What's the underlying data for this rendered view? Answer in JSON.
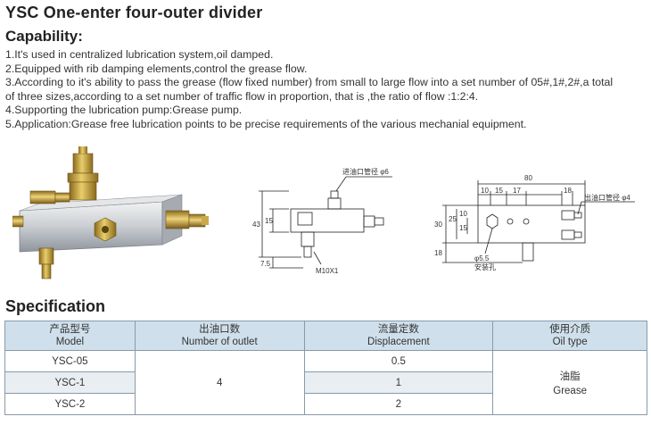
{
  "title": "YSC One-enter four-outer divider",
  "capability": {
    "heading": "Capability:",
    "items": [
      "1.It's used in centralized lubrication system,oil damped.",
      "2.Equipped with rib damping elements,control the grease flow.",
      "3.According to it's ability to pass the grease (flow fixed number) from small to large flow into a set number of 05#,1#,2#,a total",
      "of three sizes,according to a set number of traffic flow in proportion, that is ,the ratio of flow :1:2:4.",
      "4.Supporting the lubrication pump:Grease pump.",
      "5.Application:Grease free lubrication points to be precise requirements of the various mechanial equipment."
    ]
  },
  "drawing_left": {
    "inlet_label": "进油口管径 φ6",
    "dim_43": "43",
    "dim_15": "15",
    "dim_7_5": "7.5",
    "thread": "M10X1"
  },
  "drawing_right": {
    "dim_80": "80",
    "dim_10": "10",
    "dim_15": "15",
    "dim_17": "17",
    "dim_18_top": "18",
    "outlet_label": "出油口管径 φ4",
    "dim_30": "30",
    "dim_25": "25",
    "dim_10_v": "10",
    "dim_15_v": "15",
    "dim_18_v": "18",
    "hole": "φ5.5",
    "hole_label": "安装孔"
  },
  "spec": {
    "heading": "Specification",
    "columns": [
      {
        "cn": "产品型号",
        "en": "Model"
      },
      {
        "cn": "出油口数",
        "en": "Number of outlet"
      },
      {
        "cn": "流量定数",
        "en": "Displacement"
      },
      {
        "cn": "使用介质",
        "en": "Oil type"
      }
    ],
    "rows": [
      {
        "model": "YSC-05",
        "displacement": "0.5"
      },
      {
        "model": "YSC-1",
        "displacement": "1"
      },
      {
        "model": "YSC-2",
        "displacement": "2"
      }
    ],
    "outlets": "4",
    "oil_cn": "油脂",
    "oil_en": "Grease"
  },
  "colors": {
    "header_bg": "#cfe0ec",
    "row_alt_bg": "#e8eef2",
    "border": "#8a9aa8"
  }
}
